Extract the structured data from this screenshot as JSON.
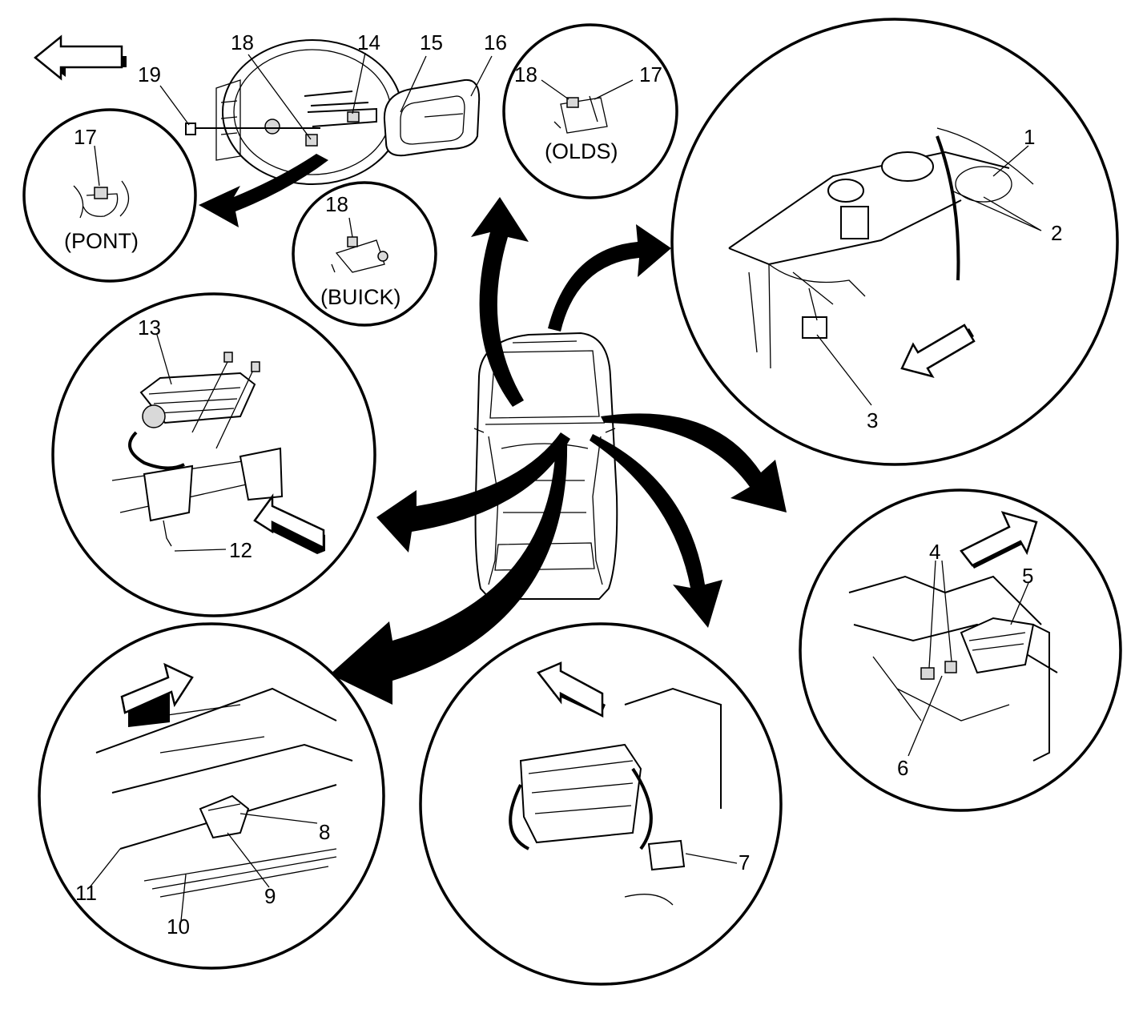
{
  "callouts": {
    "c1": "1",
    "c2": "2",
    "c3": "3",
    "c4": "4",
    "c5": "5",
    "c6": "6",
    "c7": "7",
    "c8": "8",
    "c9": "9",
    "c10": "10",
    "c11": "11",
    "c12": "12",
    "c13": "13",
    "c14": "14",
    "c15": "15",
    "c16": "16",
    "c17_pont": "17",
    "c17_olds": "17",
    "c18_wheel": "18",
    "c18_olds": "18",
    "c18_buick": "18",
    "c19": "19"
  },
  "captions": {
    "pont": "(PONT)",
    "buick": "(BUICK)",
    "olds": "(OLDS)"
  },
  "colors": {
    "ink": "#000000",
    "paper": "#ffffff"
  },
  "icons": {
    "direction_arrow": "hollow-block-arrow",
    "pointer_arrow": "curved-solid-arrow"
  }
}
